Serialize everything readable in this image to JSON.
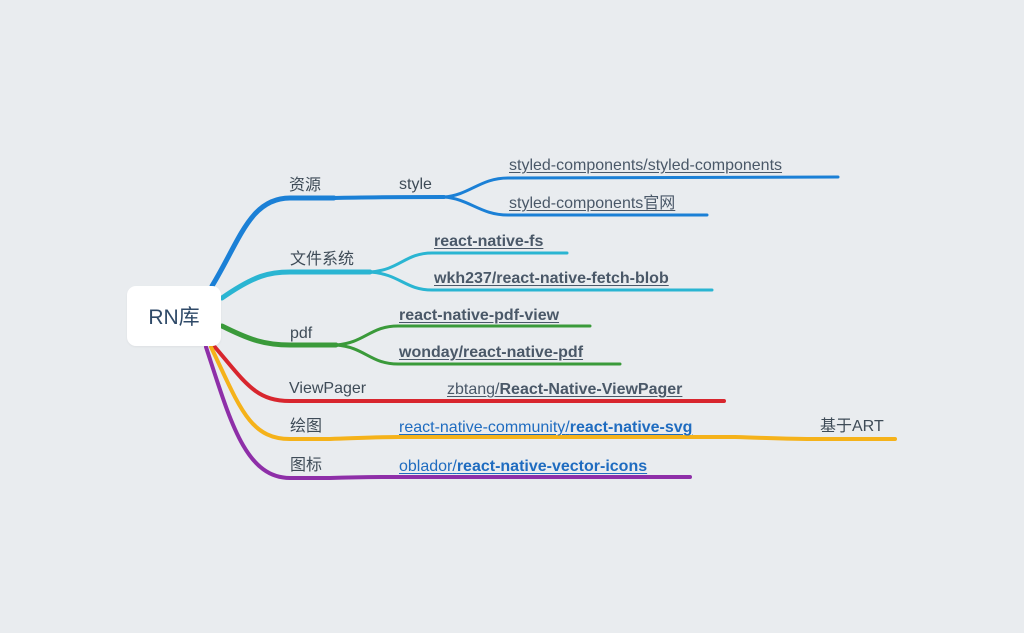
{
  "root": {
    "label": "RN库"
  },
  "branches": [
    {
      "label": "资源",
      "color": "#1b80d6",
      "children": [
        {
          "label": "style",
          "children": [
            {
              "label": "styled-components/styled-components"
            },
            {
              "label": "styled-components官网"
            }
          ]
        }
      ]
    },
    {
      "label": "文件系统",
      "color": "#2ab5d2",
      "children": [
        {
          "label": "react-native-fs"
        },
        {
          "label": "wkh237/react-native-fetch-blob"
        }
      ]
    },
    {
      "label": "pdf",
      "color": "#3a9a3a",
      "children": [
        {
          "label": "react-native-pdf-view"
        },
        {
          "label": "wonday/react-native-pdf"
        }
      ]
    },
    {
      "label": "ViewPager",
      "color": "#d8262e",
      "children": [
        {
          "owner": "zbtang",
          "sep": "/",
          "name": "React-Native-ViewPager"
        }
      ]
    },
    {
      "label": "绘图",
      "color": "#f5b21a",
      "children": [
        {
          "owner": "react-native-community",
          "sep": "/",
          "name": "react-native-svg",
          "note": "基于ART"
        }
      ]
    },
    {
      "label": "图标",
      "color": "#8e2fa8",
      "children": [
        {
          "owner": "oblador",
          "sep": "/",
          "name": "react-native-vector-icons"
        }
      ]
    }
  ]
}
